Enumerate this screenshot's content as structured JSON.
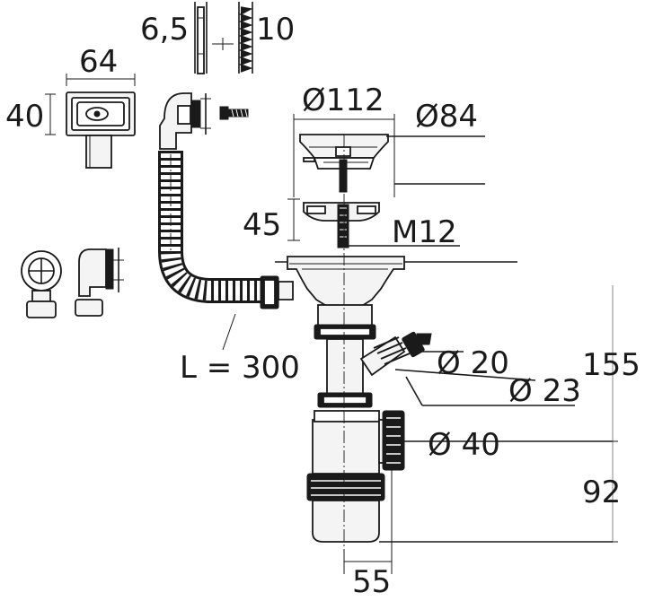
{
  "dimensions": {
    "screw_a": "6,5",
    "screw_b": "10",
    "box_width": "64",
    "box_height": "40",
    "strainer_outer": "Ø112",
    "strainer_inner": "Ø84",
    "plug_depth": "45",
    "bolt": "M12",
    "hose_length": "L = 300",
    "side_inlet_small": "Ø 20",
    "side_inlet_large": "Ø 23",
    "outlet": "Ø 40",
    "total_height": "155",
    "trap_height": "92",
    "trap_offset": "55"
  }
}
